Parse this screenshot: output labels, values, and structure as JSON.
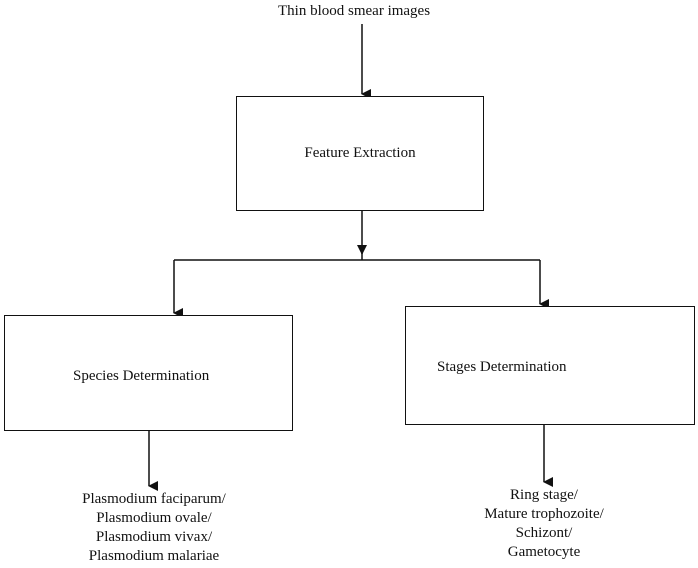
{
  "diagram": {
    "input_label": "Thin blood smear images",
    "feature_box": "Feature Extraction",
    "species_box": "Species Determination",
    "stages_box": "Stages Determination",
    "species_outputs": [
      "Plasmodium faciparum/",
      "Plasmodium ovale/",
      "Plasmodium vivax/",
      "Plasmodium malariae"
    ],
    "stage_outputs": [
      "Ring stage/",
      "Mature trophozoite/",
      "Schizont/",
      "Gametocyte"
    ]
  }
}
